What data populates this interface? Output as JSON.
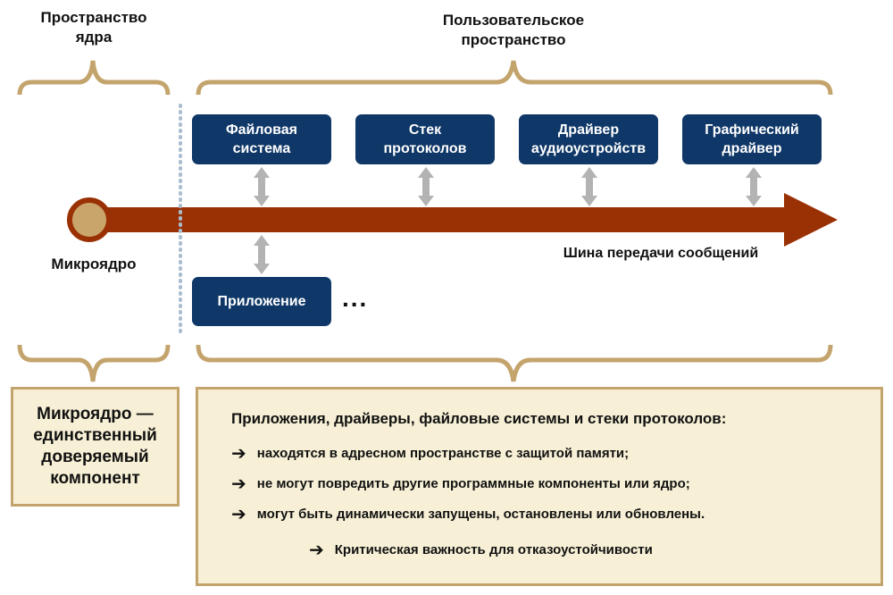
{
  "labels": {
    "kernel_space": "Пространство\nядра",
    "user_space": "Пользовательское\nпространство",
    "microkernel": "Микроядро",
    "message_bus": "Шина передачи сообщений",
    "ellipsis": "..."
  },
  "components": [
    {
      "name": "Файловая\nсистема"
    },
    {
      "name": "Стек\nпротоколов"
    },
    {
      "name": "Драйвер\nаудиоустройств"
    },
    {
      "name": "Графический\nдрайвер"
    }
  ],
  "application": {
    "name": "Приложение"
  },
  "kernel_box": {
    "text": "Микроядро —\nединственный\nдоверяемый\nкомпонент"
  },
  "info_box": {
    "title": "Приложения, драйверы, файловые системы и стеки протоколов:",
    "bullets": [
      "находятся в адресном пространстве с защитой памяти;",
      "не могут повредить другие программные компоненты или ядро;",
      "могут быть динамически запущены, остановлены или обновлены."
    ],
    "conclusion": "Критическая важность для отказоустойчивости"
  },
  "icons": {
    "bullet": "arrow-right-icon"
  },
  "colors": {
    "bus": "#9a3104",
    "component": "#0f3767",
    "brace": "#c4a46d",
    "panel_bg": "#f7f0d6",
    "core": "#c9a56b",
    "dotted": "#a9bdd0",
    "connector": "#b3b3b3"
  }
}
